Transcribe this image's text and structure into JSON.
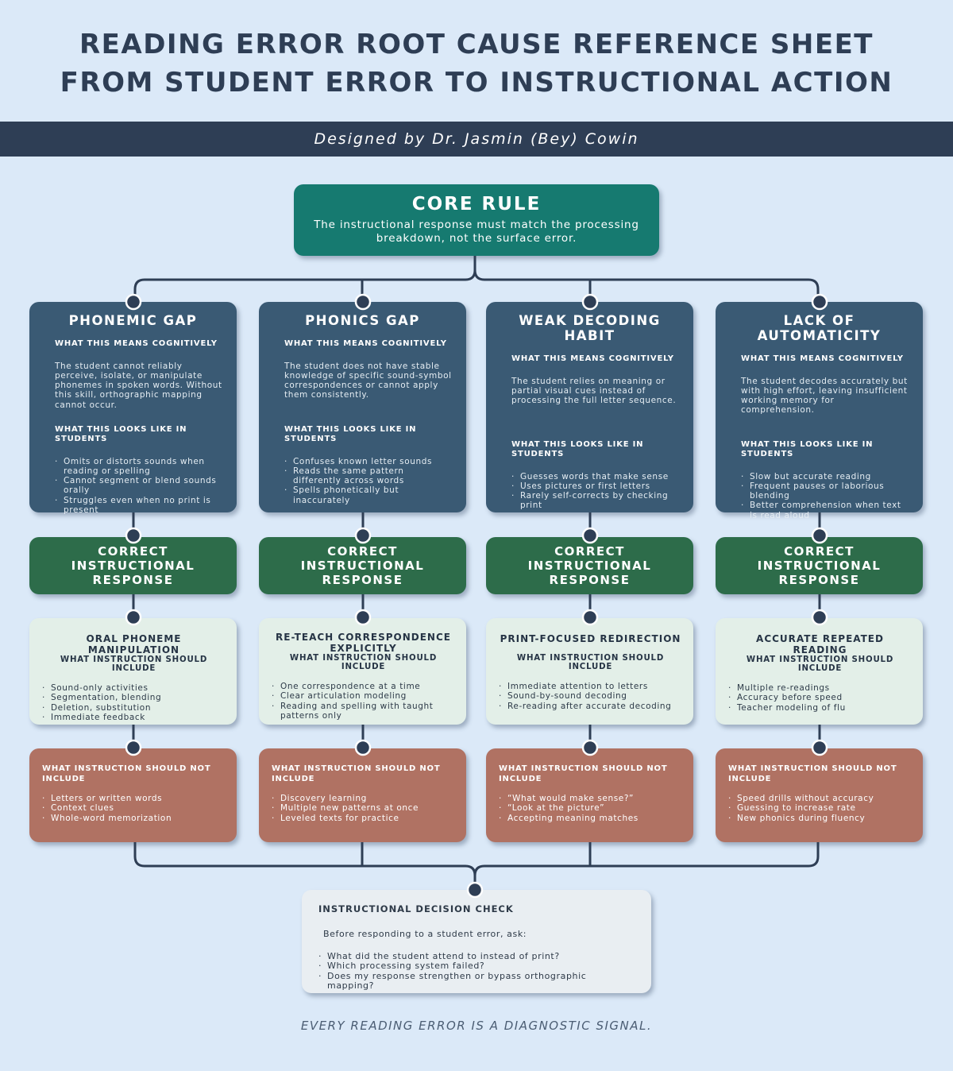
{
  "title_line1": "READING ERROR ROOT CAUSE REFERENCE SHEET",
  "title_line2": "FROM STUDENT  ERROR TO INSTRUCTIONAL ACTION",
  "designer": "Designed by Dr. Jasmin (Bey) Cowin",
  "core_rule": {
    "heading": "CORE RULE",
    "text": "The instructional response must match the processing breakdown, not the surface error."
  },
  "columns": [
    {
      "title": "PHONEMIC GAP",
      "means_label": "WHAT THIS MEANS COGNITIVELY",
      "means": "The student cannot reliably perceive, isolate, or manipulate phonemes in spoken words. Without this skill, orthographic mapping cannot occur.",
      "looks_label": "WHAT THIS LOOKS LIKE IN STUDENTS",
      "looks": [
        "Omits or distorts sounds when reading or spelling",
        "Cannot segment or blend sounds orally",
        "Struggles even when no print is present"
      ],
      "response": "CORRECT INSTRUCTIONAL RESPONSE",
      "approach": "ORAL PHONEME MANIPULATION",
      "include_label": "WHAT INSTRUCTION SHOULD INCLUDE",
      "include": [
        "Sound-only activities",
        "Segmentation, blending",
        "Deletion, substitution",
        "Immediate feedback"
      ],
      "not_label": "WHAT INSTRUCTION SHOULD NOT INCLUDE",
      "not": [
        "Letters or written words",
        "Context clues",
        "Whole-word memorization"
      ]
    },
    {
      "title": "PHONICS GAP",
      "means_label": "WHAT THIS MEANS COGNITIVELY",
      "means": "The student does not have stable knowledge of specific sound-symbol correspondences or cannot apply them consistently.",
      "looks_label": "WHAT THIS LOOKS LIKE IN STUDENTS",
      "looks": [
        "Confuses known letter sounds",
        "Reads the same pattern differently across words",
        "Spells phonetically but inaccurately"
      ],
      "response": "CORRECT INSTRUCTIONAL RESPONSE",
      "approach": "RE-TEACH CORRESPONDENCE EXPLICITLY",
      "include_label": "WHAT INSTRUCTION SHOULD INCLUDE",
      "include": [
        "One correspondence at a time",
        "Clear articulation modeling",
        "Reading and spelling with taught patterns only"
      ],
      "not_label": "WHAT INSTRUCTION SHOULD NOT INCLUDE",
      "not": [
        "Discovery learning",
        "Multiple new patterns at once",
        "Leveled texts for practice"
      ]
    },
    {
      "title": "WEAK DECODING HABIT",
      "means_label": "WHAT THIS MEANS COGNITIVELY",
      "means": "The student relies on meaning or partial visual cues instead of processing the full letter sequence.",
      "looks_label": "WHAT THIS LOOKS LIKE IN STUDENTS",
      "looks": [
        "Guesses words that make sense",
        "Uses pictures or first letters",
        "Rarely self-corrects by checking print"
      ],
      "response": "CORRECT INSTRUCTIONAL RESPONSE",
      "approach": "PRINT-FOCUSED REDIRECTION",
      "include_label": "WHAT INSTRUCTION SHOULD INCLUDE",
      "include": [
        "Immediate attention to letters",
        "Sound-by-sound decoding",
        "Re-reading after accurate decoding"
      ],
      "not_label": "WHAT INSTRUCTION SHOULD NOT INCLUDE",
      "not": [
        "“What would make sense?”",
        "“Look at the picture”",
        "Accepting meaning matches"
      ]
    },
    {
      "title": "LACK OF AUTOMATICITY",
      "means_label": "WHAT THIS MEANS COGNITIVELY",
      "means": "The student decodes accurately but with high effort, leaving insufficient working memory for comprehension.",
      "looks_label": "WHAT THIS LOOKS LIKE IN STUDENTS",
      "looks": [
        "Slow but accurate reading",
        "Frequent pauses or laborious blending",
        "Better comprehension when text is read aloud"
      ],
      "response": "CORRECT INSTRUCTIONAL RESPONSE",
      "approach": "ACCURATE REPEATED READING",
      "include_label": "WHAT INSTRUCTION SHOULD INCLUDE",
      "include": [
        "Multiple re-readings",
        "Accuracy before speed",
        "Teacher modeling of flu"
      ],
      "not_label": "WHAT INSTRUCTION SHOULD NOT INCLUDE",
      "not": [
        "Speed drills without accuracy",
        "Guessing to increase rate",
        "New phonics during fluency"
      ]
    }
  ],
  "decision_check": {
    "heading": "INSTRUCTIONAL DECISION CHECK",
    "intro": "Before responding to a student error, ask:",
    "questions": [
      "What did the student attend to instead of print?",
      "Which processing system failed?",
      "Does my response strengthen or bypass orthographic mapping?"
    ]
  },
  "footer": "EVERY READING ERROR IS A DIAGNOSTIC SIGNAL.",
  "colors": {
    "background": "#dbe9f8",
    "navy": "#2e3e55",
    "teal": "#167a70",
    "card": "#3a5a74",
    "green": "#2d6c4a",
    "mint": "#e3efe8",
    "terracotta": "#b07263"
  }
}
